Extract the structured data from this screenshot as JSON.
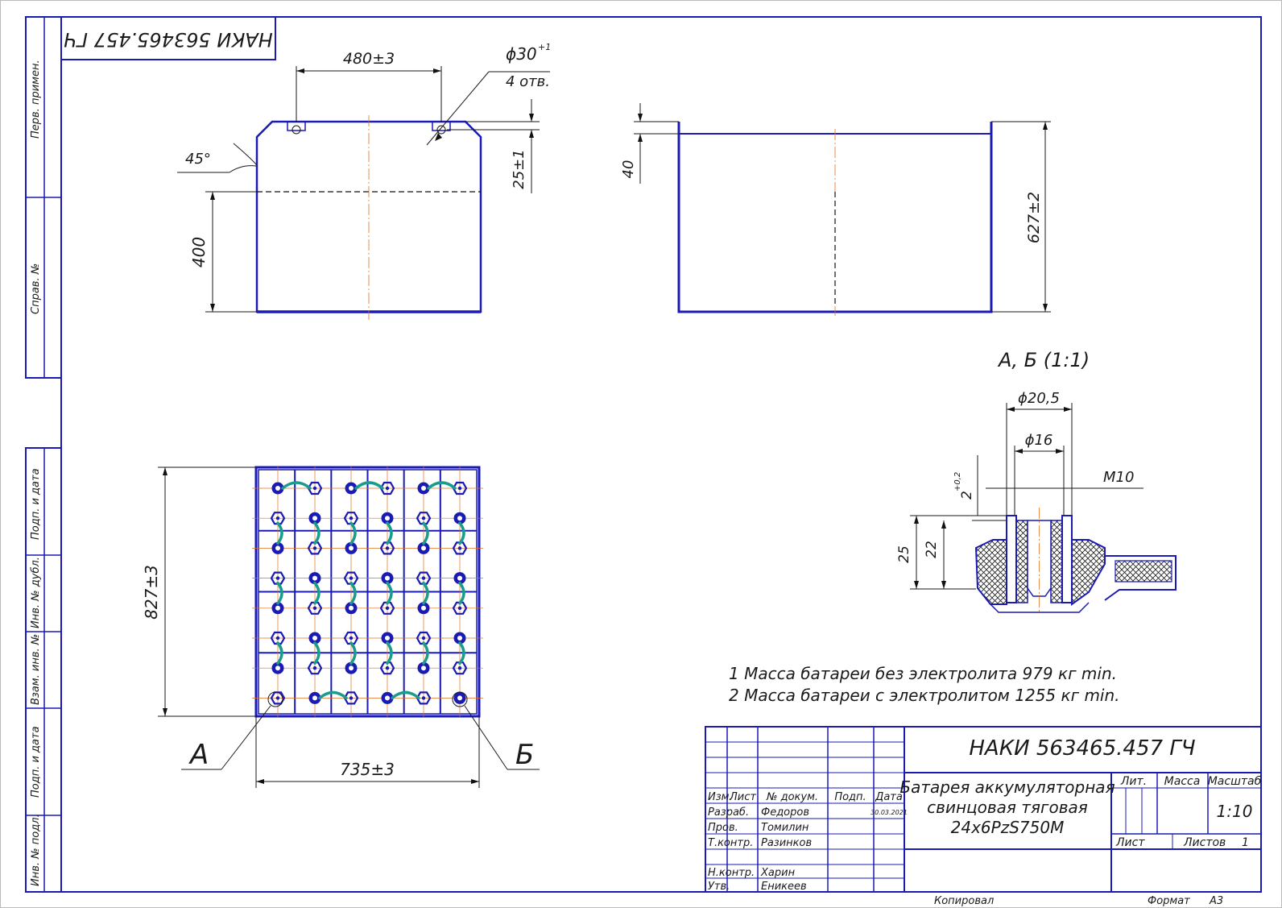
{
  "stamp": {
    "code": "НАКИ 563465.457 ГЧ",
    "rotated_code": "НАКИ 563465.457 ГЧ",
    "title_lines": [
      "Батарея аккумуляторная",
      "свинцовая тяговая",
      "24х6PzS750М"
    ],
    "header": {
      "izm": "Изм.",
      "list": "Лист",
      "doc": "№ докум.",
      "podp": "Подп.",
      "date": "Дата"
    },
    "roles": [
      {
        "role": "Разраб.",
        "name": "Федоров",
        "date": "30.03.2021"
      },
      {
        "role": "Пров.",
        "name": "Томилин",
        "date": ""
      },
      {
        "role": "Т.контр.",
        "name": "Разинков",
        "date": ""
      },
      {
        "role": "Н.контр.",
        "name": "Харин",
        "date": ""
      },
      {
        "role": "Утв.",
        "name": "Еникеев",
        "date": ""
      }
    ],
    "lit_label": "Лит.",
    "mass_label": "Масса",
    "scale_label": "Масштаб",
    "scale_value": "1:10",
    "sheet_label": "Лист",
    "sheets_label": "Листов",
    "sheets_value": "1",
    "copied": "Копировал",
    "format_label": "Формат",
    "format_value": "А3"
  },
  "side_strip": {
    "perv": "Перв. примен.",
    "sprav": "Справ. №",
    "podp_data_1": "Подп. и дата",
    "inv_dubl": "Инв. № дубл.",
    "vzam_inv": "Взам. инв. №",
    "podp_data_2": "Подп. и дата",
    "inv_podl": "Инв. № подл."
  },
  "dimensions": {
    "d480": "480±3",
    "d30": "ϕ30",
    "d30_tol": "+1",
    "holes": "4 отв.",
    "angle": "45°",
    "d25": "25±1",
    "d400": "400",
    "d40": "40",
    "d627": "627±2",
    "d827": "827±3",
    "d735": "735±3",
    "d20_5": "ϕ20,5",
    "d16": "ϕ16",
    "m10": "М10",
    "d2": "2",
    "d2_tol": "+0,2",
    "d25b": "25",
    "d22": "22"
  },
  "labels": {
    "detail_title": "А, Б (1:1)",
    "a": "А",
    "b": "Б"
  },
  "notes": [
    "1 Масса батареи без электролита 979 кг min.",
    "2 Масса батареи с электролитом 1255 кг min."
  ],
  "colors": {
    "outline": "#1a1ab4",
    "axis": "#e07020",
    "connector": "#1a9c8c"
  }
}
